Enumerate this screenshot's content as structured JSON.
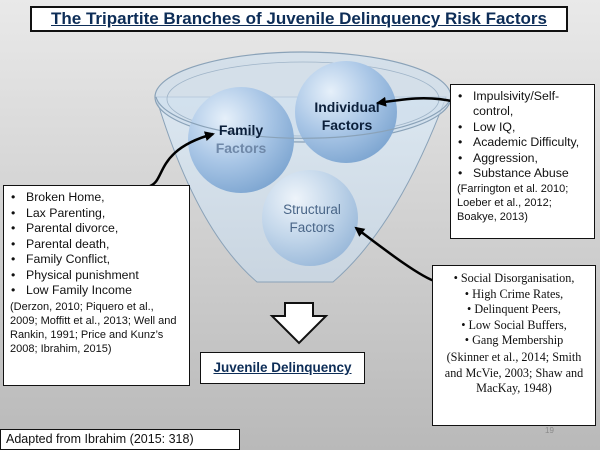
{
  "title": "The Tripartite Branches of Juvenile Delinquency Risk Factors",
  "circles": {
    "individual": [
      "Individual",
      "Factors"
    ],
    "family": [
      "Family",
      "Factors"
    ],
    "structural": [
      "Structural",
      "Factors"
    ]
  },
  "family_box": {
    "items": [
      "Broken Home,",
      "Lax Parenting,",
      "Parental divorce,",
      "Parental death,",
      "Family Conflict,",
      "Physical punishment",
      "Low Family Income"
    ],
    "citation": "(Derzon, 2010; Piquero et al., 2009; Moffitt et al., 2013; Well and Rankin, 1991; Price and Kunz’s 2008; Ibrahim, 2015)"
  },
  "individual_box": {
    "items": [
      "Impulsivity/Self-control,",
      "Low IQ,",
      "Academic Difficulty,",
      "Aggression,",
      "Substance Abuse"
    ],
    "citation": "(Farrington et al. 2010; Loeber et al., 2012; Boakye, 2013)"
  },
  "structural_box": {
    "items": [
      "Social Disorganisation,",
      "High Crime Rates,",
      "Delinquent Peers,",
      "Low Social Buffers,",
      "Gang Membership"
    ],
    "citation": "(Skinner et al., 2014; Smith and McVie, 2003; Shaw and MacKay, 1948)"
  },
  "outcome": "Juvenile Delinquency",
  "source": "Adapted from Ibrahim (2015: 318)",
  "page_number": "19",
  "colors": {
    "title_text": "#0d2d57",
    "individual_text": "#0b1f3a",
    "family_text": "#0b1f3a",
    "family_text_faded": "#6f88a8",
    "structural_text": "#4a6688"
  }
}
